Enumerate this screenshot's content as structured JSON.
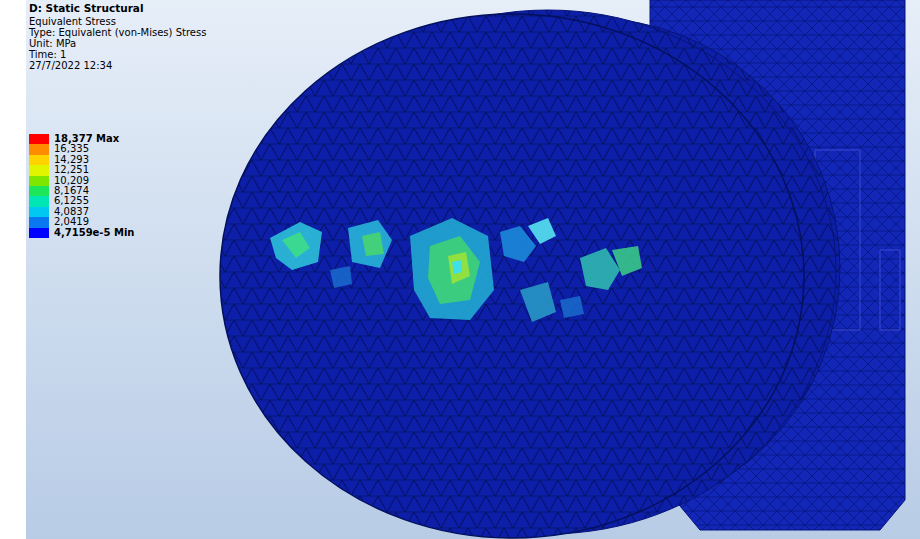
{
  "diagram": {
    "title": "D: Static Structural",
    "labels": [
      "Equivalent Stress",
      "Type: Equivalent (von-Mises) Stress",
      "Unit: MPa",
      "Time: 1",
      "27/7/2022 12:34"
    ],
    "legend": [
      {
        "text": "18,377 Max",
        "color": "#ff0000"
      },
      {
        "text": "16,335",
        "color": "#ff8c00"
      },
      {
        "text": "14,293",
        "color": "#ffd200"
      },
      {
        "text": "12,251",
        "color": "#e1f500"
      },
      {
        "text": "10,209",
        "color": "#7ee600"
      },
      {
        "text": "8,1674",
        "color": "#1ee65a"
      },
      {
        "text": "6,1255",
        "color": "#00e6b4"
      },
      {
        "text": "4,0837",
        "color": "#00c8f0"
      },
      {
        "text": "2,0419",
        "color": "#0a78f0"
      },
      {
        "text": "4,7159e-5 Min",
        "color": "#0000ff"
      }
    ]
  }
}
